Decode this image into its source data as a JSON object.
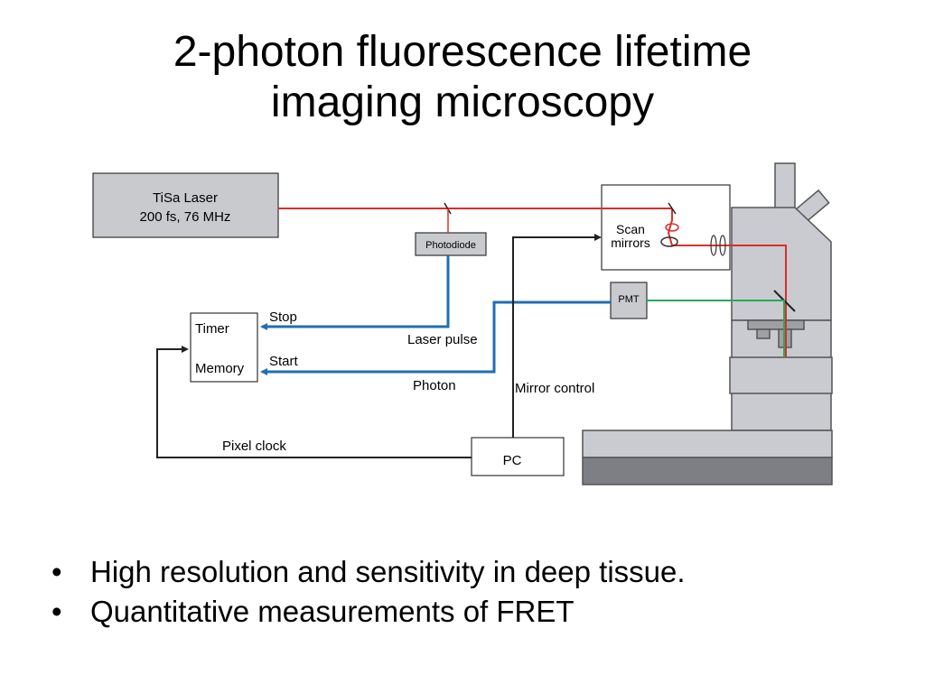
{
  "title": {
    "line1": "2-photon fluorescence lifetime",
    "line2": "imaging microscopy"
  },
  "diagram": {
    "laser": {
      "line1": "TiSa Laser",
      "line2": "200 fs, 76 MHz"
    },
    "photodiode": "Photodiode",
    "scan_mirrors": {
      "line1": "Scan",
      "line2": "mirrors"
    },
    "pmt": "PMT",
    "timer": "Timer",
    "memory": "Memory",
    "stop": "Stop",
    "start": "Start",
    "laser_pulse": "Laser pulse",
    "photon": "Photon",
    "mirror_control": "Mirror control",
    "pixel_clock": "Pixel clock",
    "pc": "PC",
    "colors": {
      "laser_beam": "#d9302b",
      "emission": "#2aa85a",
      "signal": "#1f6fb0",
      "microscope_body": "#c9cbd1",
      "microscope_base": "#7d7f85",
      "box_fill": "#c8cace"
    }
  },
  "bullets": [
    "High resolution and sensitivity in deep tissue.",
    "Quantitative measurements of FRET"
  ]
}
